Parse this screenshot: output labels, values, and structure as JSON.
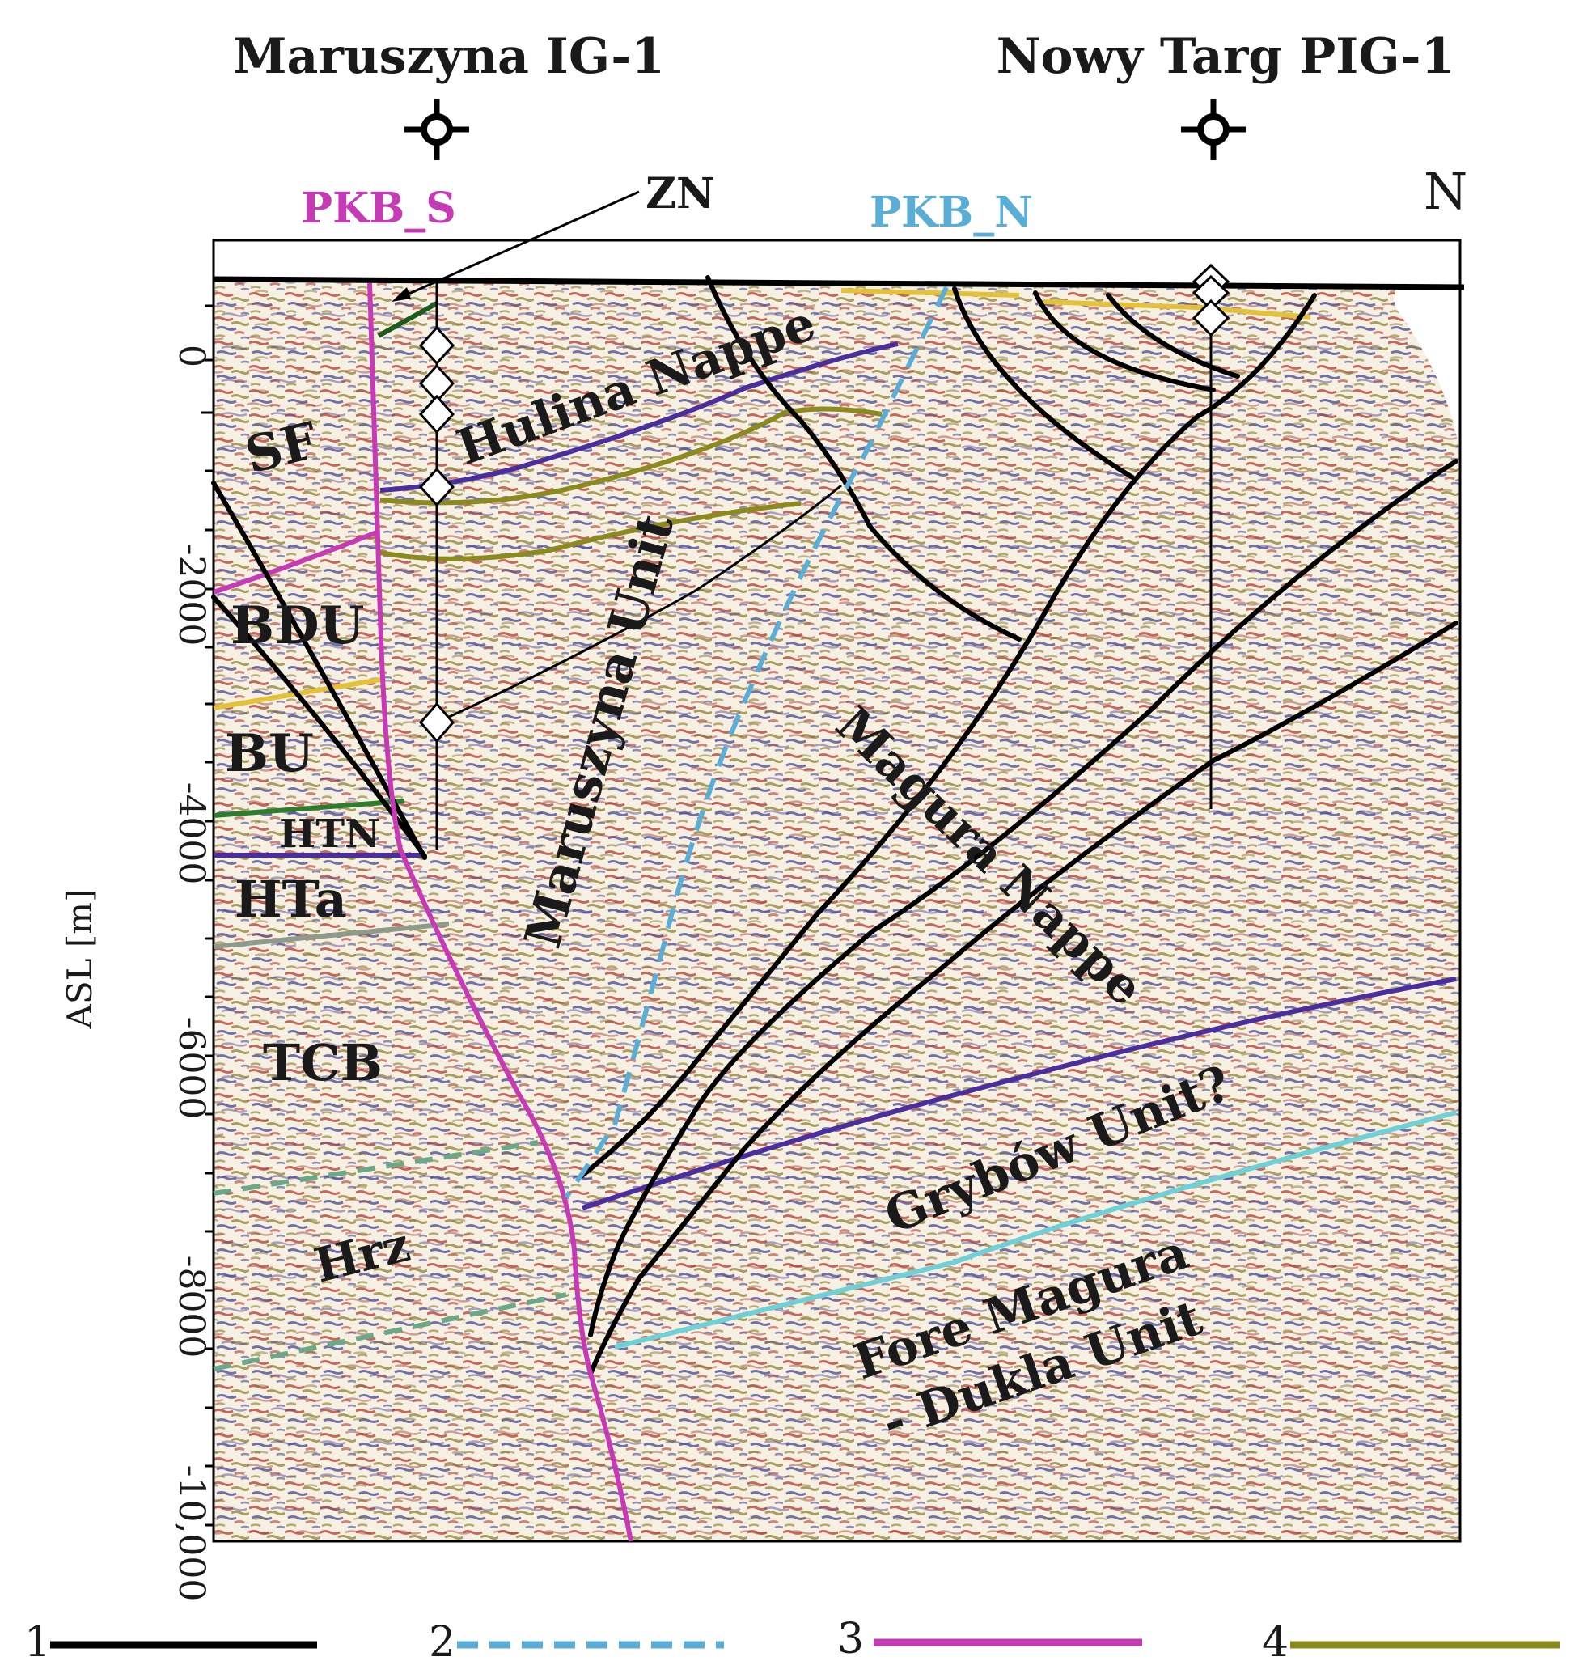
{
  "wells": [
    {
      "name": "Maruszyna IG-1"
    },
    {
      "name": "Nowy Targ PIG-1"
    }
  ],
  "compass": "N",
  "boundaries": {
    "pkb_s": "PKB_S",
    "pkb_n": "PKB_N",
    "zn": "ZN"
  },
  "units": {
    "sf": "SF",
    "bdu": "BDU",
    "bu": "BU",
    "htn": "HTN",
    "hta": "HTa",
    "tcb": "TCB",
    "hrz": "Hrz",
    "hulina": "Hulina Nappe",
    "maruszyna": "Maruszyna Unit",
    "magura": "Magura Nappe",
    "grybow": "Grybów Unit?",
    "fore_magura_1": "Fore Magura",
    "fore_magura_2": "- Dukla Unit"
  },
  "axis": {
    "label": "ASL [m]",
    "ticks": [
      "0",
      "-2000",
      "-4000",
      "-6000",
      "-8000",
      "-10,000"
    ]
  },
  "legend": [
    {
      "num": "1",
      "color": "#000000",
      "style": "solid"
    },
    {
      "num": "2",
      "color": "#5aaed6",
      "style": "dashed"
    },
    {
      "num": "3",
      "color": "#c73ab5",
      "style": "solid"
    },
    {
      "num": "4",
      "color": "#8a8a1e",
      "style": "solid"
    }
  ],
  "colors": {
    "fault": "#000000",
    "pkb_s": "#c73ab5",
    "pkb_n": "#5aaed6",
    "horizon_olive": "#8a8a1e",
    "horizon_purple": "#4b2e9e",
    "horizon_cyan": "#6fd0d6",
    "horizon_yellow": "#e3c23a",
    "horizon_green": "#2e7d2e",
    "horizon_gray": "#8e9a8a"
  }
}
